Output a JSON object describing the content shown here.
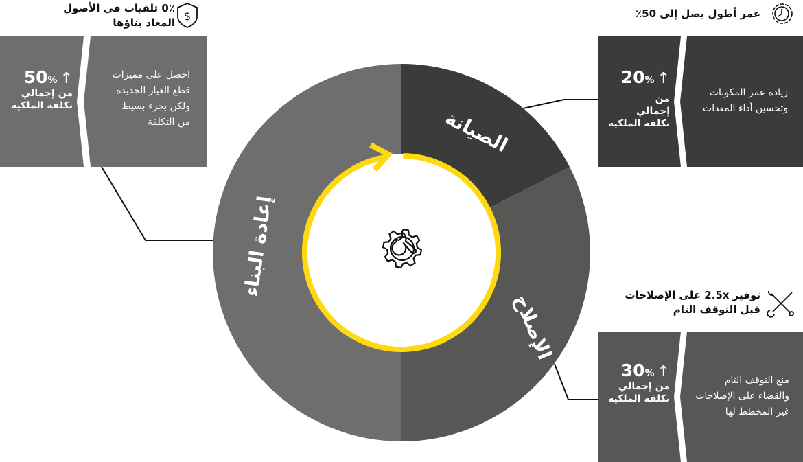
{
  "colors": {
    "dark": "#3b3b3a",
    "mid": "#575756",
    "light": "#6e6e6e",
    "accent": "#ffd90f"
  },
  "wheel": {
    "segments": [
      {
        "label": "الصيانة",
        "color": "#3b3b3a"
      },
      {
        "label": "الإصلاح",
        "color": "#575756"
      },
      {
        "label": "إعادة البناء",
        "color": "#6e6e6e"
      }
    ],
    "center_icon": "gear-wrench-icon"
  },
  "cards": {
    "rebuild": {
      "icon": "dollar-shield-icon",
      "heading": [
        "0٪ تلفيات في الأصول",
        "المعاد بناؤها"
      ],
      "stat_value": "50",
      "stat_unit": "%",
      "stat_arrow": "↑",
      "stat_sub": [
        "من إجمالي",
        "تكلفة الملكية"
      ],
      "description": [
        "احصل على مميزات",
        "قطع الغيار الجديدة",
        "ولكن بجزء بسيط",
        "من التكلفة"
      ]
    },
    "maintenance": {
      "icon": "clock-gear-icon",
      "heading": [
        "عمر أطول يصل إلى 50٪"
      ],
      "stat_value": "20",
      "stat_unit": "%",
      "stat_arrow": "↑",
      "stat_sub": [
        "من",
        "إجمالي",
        "تكلفة الملكية"
      ],
      "description": [
        "زيادة عمر المكونات",
        "وتحسين أداء المعدات"
      ]
    },
    "repair": {
      "icon": "tools-cross-icon",
      "heading": [
        "توفير 2.5x على الإصلاحات",
        "قبل التوقف التام"
      ],
      "stat_value": "30",
      "stat_unit": "%",
      "stat_arrow": "↑",
      "stat_sub": [
        "من إجمالي",
        "تكلفة الملكية"
      ],
      "description": [
        "منع التوقف التام",
        "والقضاء على الإصلاحات",
        "غير المخطط لها"
      ]
    }
  }
}
